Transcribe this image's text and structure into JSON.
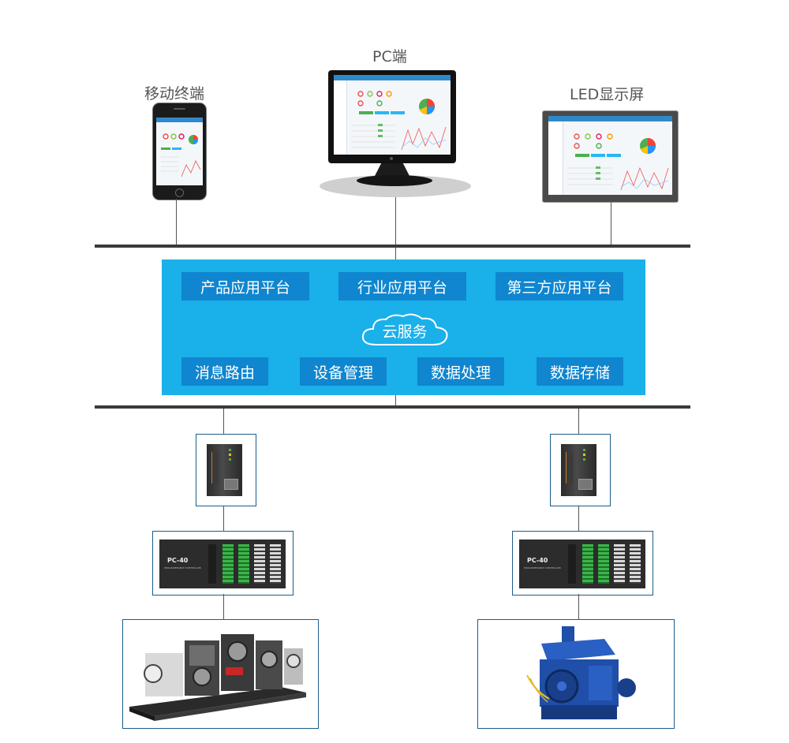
{
  "devices": {
    "mobile_label": "移动终端",
    "pc_label": "PC端",
    "led_label": "LED显示屏"
  },
  "cloud": {
    "top_row": [
      "产品应用平台",
      "行业应用平台",
      "第三方应用平台"
    ],
    "center_label": "云服务",
    "bottom_row": [
      "消息路由",
      "设备管理",
      "数据处理",
      "数据存储"
    ]
  },
  "plc_left": {
    "model": "PC-40",
    "subtitle": "PROGRAMMABLE CONTROLLER"
  },
  "plc_right": {
    "model": "PC-40",
    "subtitle": "PROGRAMMABLE CONTROLLER"
  },
  "colors": {
    "cloud_panel": "#1ab0ea",
    "cloud_box": "#0f86cf",
    "bar": "#3a3a3a",
    "frame_border": "#1c5d88",
    "machine_right": "#1f4fa8"
  }
}
